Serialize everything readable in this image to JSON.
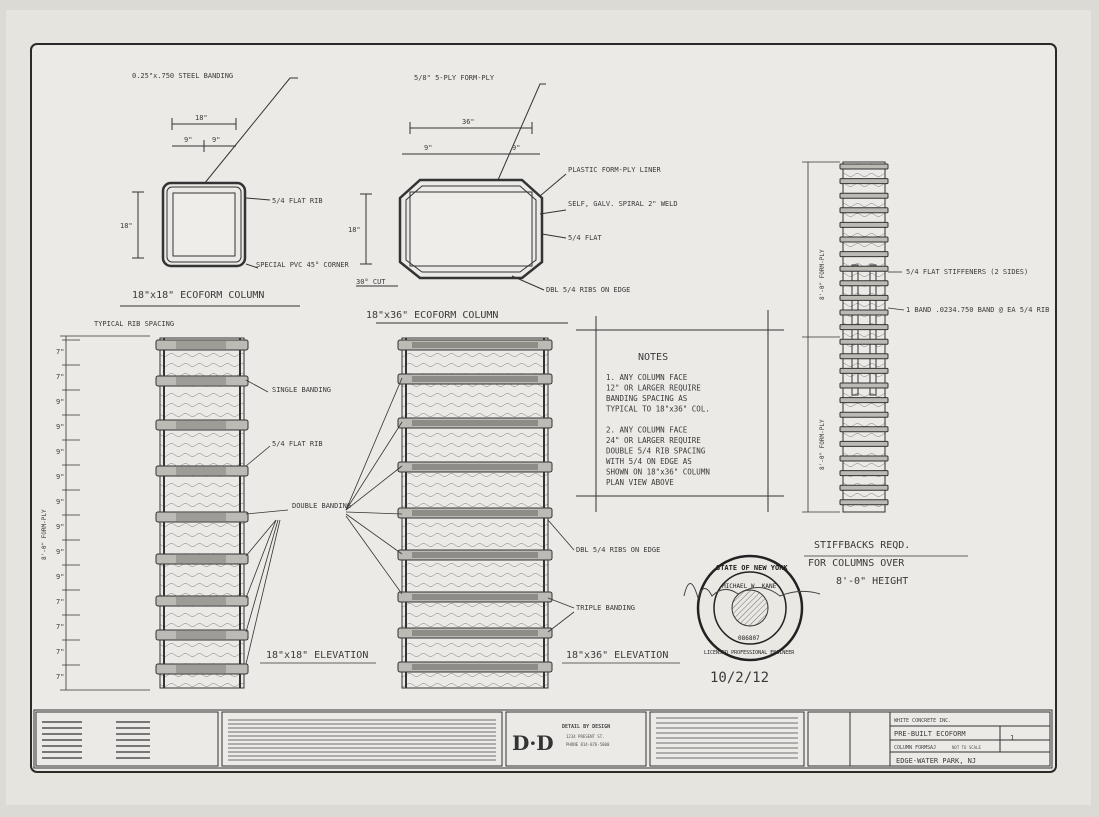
{
  "labels": {
    "banding_top": "0.25\"x.750 STEEL BANDING",
    "sq_dim_18": "18\"",
    "sq_dim_9a": "9\"",
    "sq_dim_9b": "9\"",
    "sq_side_18": "18\"",
    "sq_flat_rib": "5/4 FLAT RIB",
    "sq_pvc": "SPECIAL PVC 45° CORNER",
    "sq_title": "18\"x18\" ECOFORM COLUMN",
    "rect_ply": "5/8\" 5-PLY FORM-PLY",
    "rect_dim_36": "36\"",
    "rect_dim_9a": "9\"",
    "rect_dim_9b": "9\"",
    "rect_side_18": "18\"",
    "rect_plastic": "PLASTIC FORM-PLY LINER",
    "rect_galv": "SELF, GALV. SPIRAL 2\" WELD",
    "rect_flat": "5/4 FLAT",
    "rect_cut": "30° CUT",
    "rect_dbl": "DBL 5/4 RIBS ON EDGE",
    "rect_title": "18\"x36\" ECOFORM COLUMN",
    "typical_spacing": "TYPICAL RIB SPACING",
    "single_banding": "SINGLE BANDING",
    "flat_rib_el": "5/4 FLAT RIB",
    "double_banding": "DOUBLE BANDING",
    "form_ply_height": "8'-0\" FORM-PLY",
    "el18_title": "18\"x18\" ELEVATION",
    "dbl_ribs_edge": "DBL 5/4 RIBS ON EDGE",
    "triple_banding": "TRIPLE BANDING",
    "el36_title": "18\"x36\" ELEVATION",
    "tall_top": "8'-0\" FORM-PLY",
    "tall_bottom": "8'-0\" FORM-PLY",
    "stiffeners": "5/4 FLAT STIFFENERS (2 SIDES)",
    "one_band": "1 BAND .0234.750 BAND @ EA 5/4 RIB",
    "stiff_title_1": "STIFFBACKS REQD.",
    "stiff_title_2": "FOR COLUMNS OVER",
    "stiff_title_3": "8'-0\" HEIGHT"
  },
  "ticks": [
    "7\"",
    "7\"",
    "9\"",
    "9\"",
    "9\"",
    "9\"",
    "9\"",
    "9\"",
    "9\"",
    "9\"",
    "7\"",
    "7\"",
    "7\"",
    "7\""
  ],
  "notes": {
    "heading": "NOTES",
    "items": [
      "1. ANY COLUMN FACE",
      "   12\" OR LARGER REQUIRE",
      "   BANDING SPACING AS",
      "   TYPICAL TO 18\"x36\" COL.",
      "",
      "2. ANY COLUMN FACE",
      "   24\" OR LARGER REQUIRE",
      "   DOUBLE 5/4 RIB SPACING",
      "   WITH 5/4 ON EDGE AS",
      "   SHOWN ON 18\"x36\" COLUMN",
      "   PLAN VIEW ABOVE"
    ]
  },
  "seal": {
    "top_text": "STATE OF NEW YORK",
    "name": "MICHAEL W. KANE",
    "number": "086807",
    "bottom_text": "LICENSED PROFESSIONAL ENGINEER",
    "date": "10/2/12"
  },
  "title_block": {
    "logo": "D·D",
    "company": "DETAIL BY DESIGN",
    "address_1": "1234 PRESENT ST.",
    "address_2": "PHONE 814-876-5000",
    "client": "WHITE CONCRETE INC.",
    "project": "PRE-BUILT ECOFORM",
    "sheet_title": "COLUMN FORMS",
    "drawn": "AJ",
    "scale": "NOT TO SCALE",
    "sheet": "1",
    "location": "EDGE-WATER PARK, NJ"
  }
}
